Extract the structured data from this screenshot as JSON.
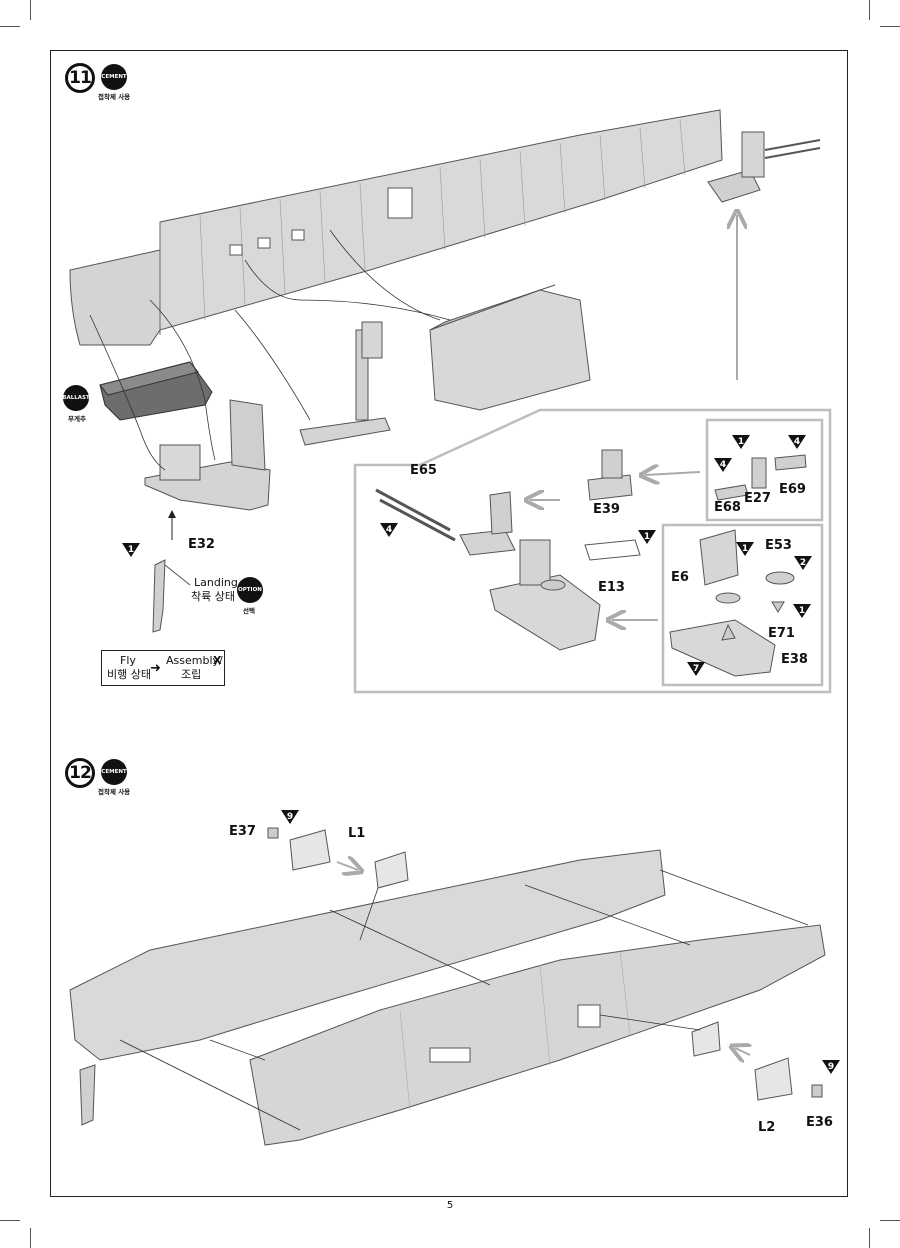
{
  "page_number": "5",
  "cement_badge": {
    "label": "CEMENT",
    "caption": "접착제 사용"
  },
  "ballast_badge": {
    "label": "BALLAST",
    "caption": "무게추"
  },
  "option_badge": {
    "label": "OPTION",
    "caption": "선택"
  },
  "step11": {
    "number": "11",
    "parts": {
      "e65": "E65",
      "e39": "E39",
      "e13": "E13",
      "e68": "E68",
      "e27": "E27",
      "e69": "E69",
      "e53": "E53",
      "e6": "E6",
      "e71": "E71",
      "e38": "E38",
      "e32": "E32"
    },
    "landing_en": "Landing",
    "landing_kr": "착륙 상태",
    "legend": {
      "fly_en": "Fly",
      "fly_kr": "비행 상태",
      "assembly_en": "Assembly/",
      "assembly_mark": "X",
      "assembly_kr": "조립"
    },
    "markers": [
      "1",
      "4",
      "1",
      "4",
      "4",
      "1",
      "1",
      "2",
      "1",
      "7"
    ]
  },
  "step12": {
    "number": "12",
    "parts": {
      "e37": "E37",
      "l1": "L1",
      "l2": "L2",
      "e36": "E36"
    },
    "markers": [
      "9",
      "9"
    ]
  },
  "colors": {
    "part_fill": "#d9d9d9",
    "part_stroke": "#555555",
    "inset_border": "#bdbdbd",
    "ink": "#111111"
  }
}
